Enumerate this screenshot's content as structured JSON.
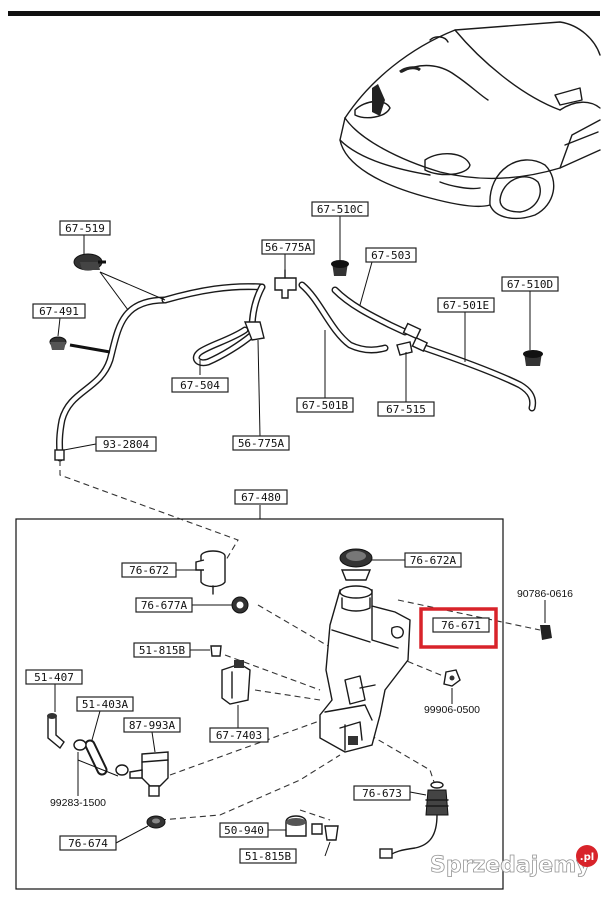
{
  "diagram": {
    "assembly_label": "67-480",
    "labels": [
      {
        "id": "l-67-519",
        "text": "67-519"
      },
      {
        "id": "l-67-510c",
        "text": "67-510C"
      },
      {
        "id": "l-56-775a-top",
        "text": "56-775A"
      },
      {
        "id": "l-67-503",
        "text": "67-503"
      },
      {
        "id": "l-67-510d",
        "text": "67-510D"
      },
      {
        "id": "l-67-491",
        "text": "67-491"
      },
      {
        "id": "l-67-501e",
        "text": "67-501E"
      },
      {
        "id": "l-67-504",
        "text": "67-504"
      },
      {
        "id": "l-67-501b",
        "text": "67-501B"
      },
      {
        "id": "l-67-515",
        "text": "67-515"
      },
      {
        "id": "l-93-2804",
        "text": "93-2804"
      },
      {
        "id": "l-56-775a-bot",
        "text": "56-775A"
      },
      {
        "id": "l-76-672",
        "text": "76-672"
      },
      {
        "id": "l-76-672a",
        "text": "76-672A"
      },
      {
        "id": "l-76-677a",
        "text": "76-677A"
      },
      {
        "id": "l-76-671",
        "text": "76-671"
      },
      {
        "id": "l-51-815b-top",
        "text": "51-815B"
      },
      {
        "id": "l-51-407",
        "text": "51-407"
      },
      {
        "id": "l-51-403a",
        "text": "51-403A"
      },
      {
        "id": "l-87-993a",
        "text": "87-993A"
      },
      {
        "id": "l-67-7403",
        "text": "67-7403"
      },
      {
        "id": "l-76-673",
        "text": "76-673"
      },
      {
        "id": "l-76-674",
        "text": "76-674"
      },
      {
        "id": "l-50-940",
        "text": "50-940"
      },
      {
        "id": "l-51-815b-bot",
        "text": "51-815B"
      }
    ],
    "free_labels": {
      "p90786": "90786-0616",
      "p99906": "99906-0500",
      "p99283": "99283-1500"
    },
    "highlighted_part": "76-671",
    "highlight_color": "#d8232a"
  },
  "watermark": {
    "text": "Sprzedajemy",
    "suffix": ".pl",
    "accent": "#d8232a"
  }
}
